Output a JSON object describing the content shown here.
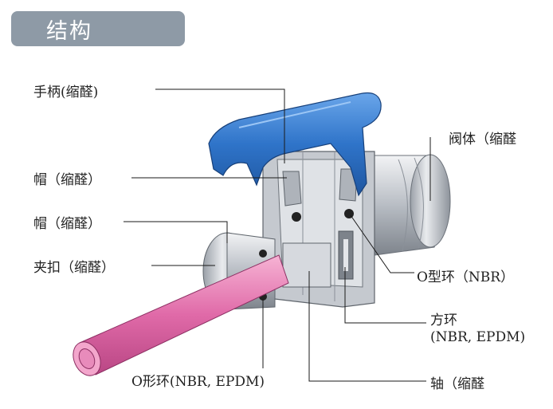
{
  "title": "结构",
  "labels": {
    "handle": "手柄(缩醛)",
    "cap1": "帽（缩醛）",
    "cap2": "帽（缩醛）",
    "clip": "夹扣（缩醛）",
    "body": "阀体（缩醛",
    "oring_top": "O型环（NBR）",
    "square_ring_1": "方环",
    "square_ring_2": "(NBR, EPDM)",
    "shaft": "轴（缩醛",
    "oring_bottom": "O形环(NBR, EPDM)"
  },
  "colors": {
    "badge": "#8e9aa6",
    "handle": "#3a7fd0",
    "tube": "#e06aa8",
    "body": "#c9ccd1"
  }
}
